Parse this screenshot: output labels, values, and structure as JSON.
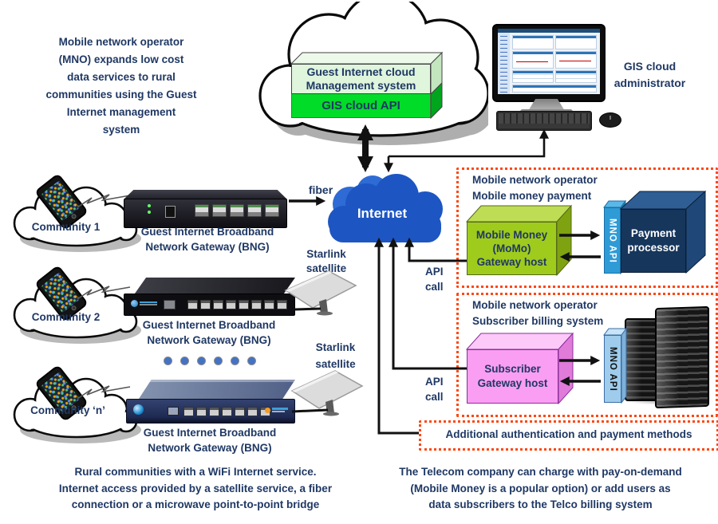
{
  "colors": {
    "navy_text": "#1F3864",
    "dotted_border": "#FF4713",
    "internet_cloud_blue": "#1D56C2",
    "gis_api_green": "#00DC28",
    "management_light_green": "#DFF5DC",
    "momo_green": "#9FCB1C",
    "payment_navy": "#16365C",
    "mno_api_blue": "#2E9BD6",
    "mno_api_light_blue": "#9FCCEC",
    "subscriber_pink": "#F99EF2",
    "ellipsis_dot_blue": "#4472C4"
  },
  "icons": {
    "white-cloud-icon": "css-cloud-shape",
    "internet-cloud-icon": "css-cloud-shape",
    "smartphone-icon": "css-shape",
    "wireless-zigzag-icon": "svg-polyline",
    "network-gateway-icon": "css-shape",
    "starlink-dish-icon": "svg-shape",
    "monitor-icon": "css-shape",
    "keyboard-icon": "css-shape",
    "mouse-icon": "css-shape",
    "server-rack-icon": "css-shape",
    "ellipsis-dots-icon": "css-dots"
  },
  "intro": {
    "lines": [
      "Mobile network operator",
      "(MNO) expands low cost",
      "data services to rural",
      "communities using the Guest",
      "Internet management",
      "system"
    ]
  },
  "cloud_box": {
    "management_lines": [
      "Guest Internet cloud",
      "Management system"
    ],
    "api_label": "GIS cloud API"
  },
  "admin": {
    "label_lines": [
      "GIS cloud",
      "administrator"
    ]
  },
  "internet": {
    "label": "Internet"
  },
  "links": {
    "fiber_label": "fiber",
    "api_call_lines": [
      "API",
      "call"
    ],
    "starlink_lines": [
      "Starlink",
      "satellite"
    ]
  },
  "communities": {
    "items": [
      {
        "label": "Community 1"
      },
      {
        "label": "Community 2"
      },
      {
        "label": "Community ‘n’"
      }
    ],
    "bng_lines": [
      "Guest Internet Broadband",
      "Network Gateway (BNG)"
    ]
  },
  "momo": {
    "title_lines": [
      "Mobile network operator",
      "Mobile money payment"
    ],
    "gateway_lines": [
      "Mobile Money",
      "(MoMo)",
      "Gateway host"
    ],
    "mno_api_label": "MNO API",
    "payment_lines": [
      "Payment",
      "processor"
    ]
  },
  "billing": {
    "title_lines": [
      "Mobile network operator",
      "Subscriber billing system"
    ],
    "gateway_lines": [
      "Subscriber",
      "Gateway host"
    ],
    "mno_api_label": "MNO API"
  },
  "additional": {
    "label": "Additional authentication and payment methods"
  },
  "captions": {
    "left_lines": [
      "Rural communities with a WiFi Internet service.",
      "Internet access provided by a satellite service, a fiber",
      "connection or a microwave point-to-point bridge"
    ],
    "right_lines": [
      "The Telecom company can charge with pay-on-demand",
      "(Mobile Money is a popular option) or add users as",
      "data subscribers to the Telco billing system"
    ]
  }
}
